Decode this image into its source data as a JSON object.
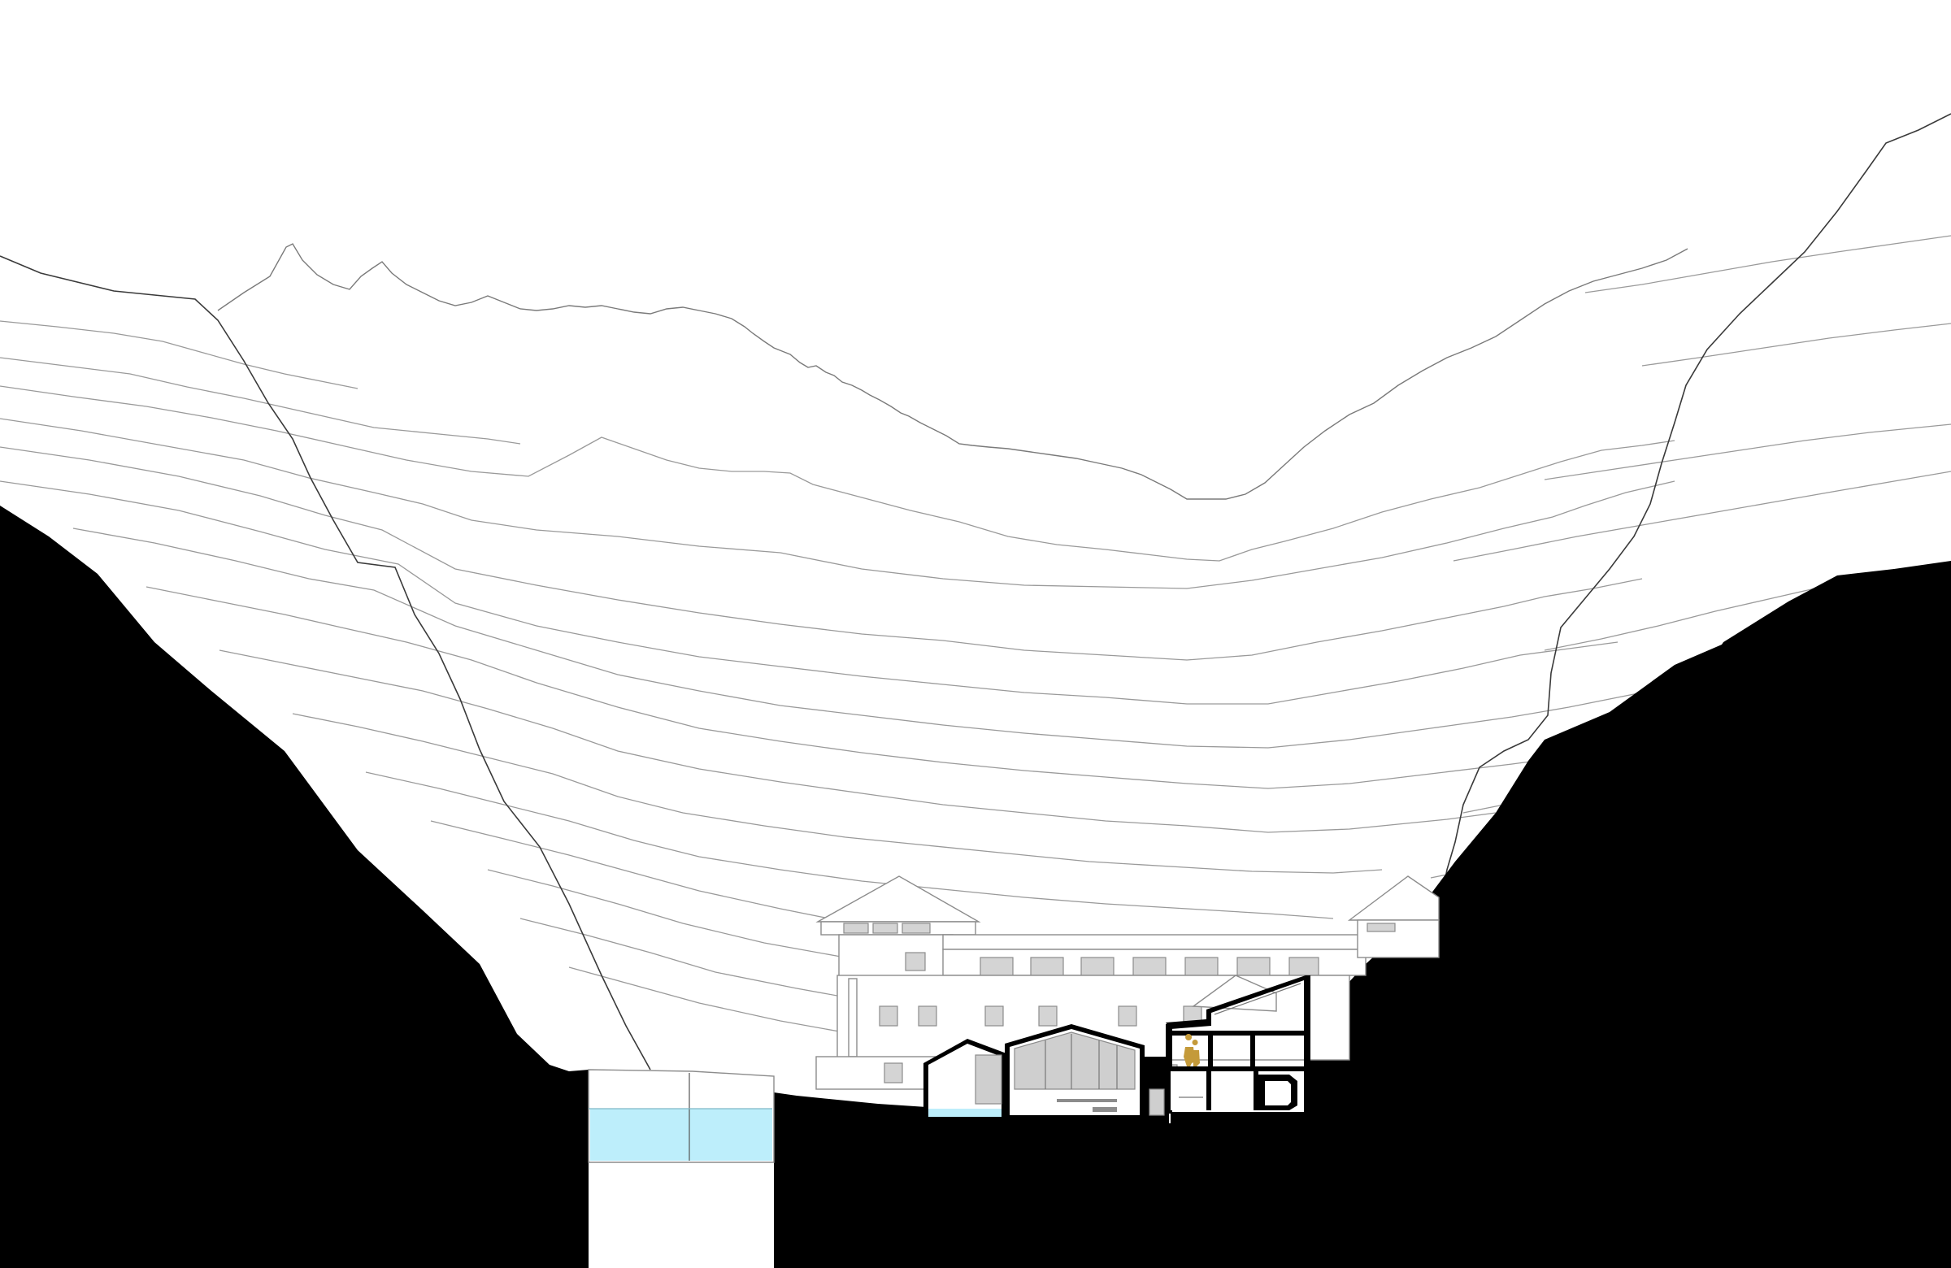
{
  "drawing": {
    "type": "architectural site section",
    "colors": {
      "cut_ground": "#000000",
      "water": "#bdeefb",
      "contour_lines": "#9a9a9a",
      "building_elevation": "#8c8c8c",
      "building_glazing": "#cfcfcf",
      "figure_accent": "#c49a3a",
      "background": "#ffffff"
    },
    "elements": [
      "mountain-contour-lines",
      "far-mountain-ridge",
      "left-valley-slope-cut",
      "right-valley-slope-cut",
      "water-reservoir",
      "hotel-building-elevation",
      "spa-pool-section",
      "building-section-cut",
      "human-figures"
    ]
  }
}
